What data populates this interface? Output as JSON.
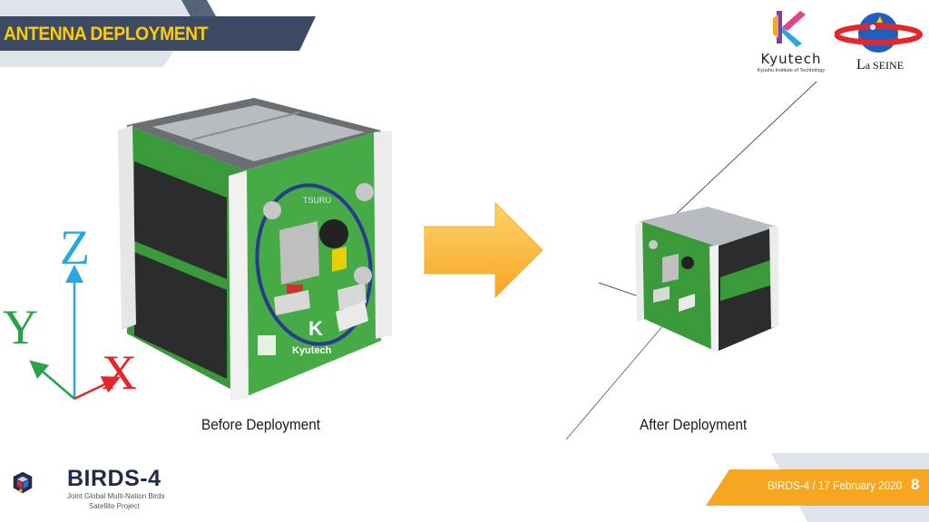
{
  "slide": {
    "title": "ANTENNA DEPLOYMENT",
    "captions": {
      "before": "Before Deployment",
      "after": "After Deployment"
    },
    "axes": {
      "z": "Z",
      "y": "Y",
      "x": "X"
    },
    "colors": {
      "title_banner": "#3d4a63",
      "title_text": "#ffcc00",
      "accent_orange": "#f5a623",
      "panel_green": "#3a9a3a",
      "axis_z": "#29a8e0",
      "axis_y": "#2aa24b",
      "axis_x": "#e4252a"
    }
  },
  "logos": {
    "kyutech": {
      "name": "Kyutech",
      "subtitle": "Kyushu Institute of Technology"
    },
    "laseine": {
      "prefix": "L",
      "rest": "a SEINE"
    },
    "birds": {
      "name": "BIRDS-4",
      "subtitle_line1": "Joint Global Multi-Nation Birds",
      "subtitle_line2": "Satellite Project"
    }
  },
  "footer": {
    "text": "BIRDS-4 /  17 February 2020",
    "page_number": "8"
  },
  "satellite_labels": {
    "panel_text": "TSURU",
    "board_text": "Kyutech"
  }
}
